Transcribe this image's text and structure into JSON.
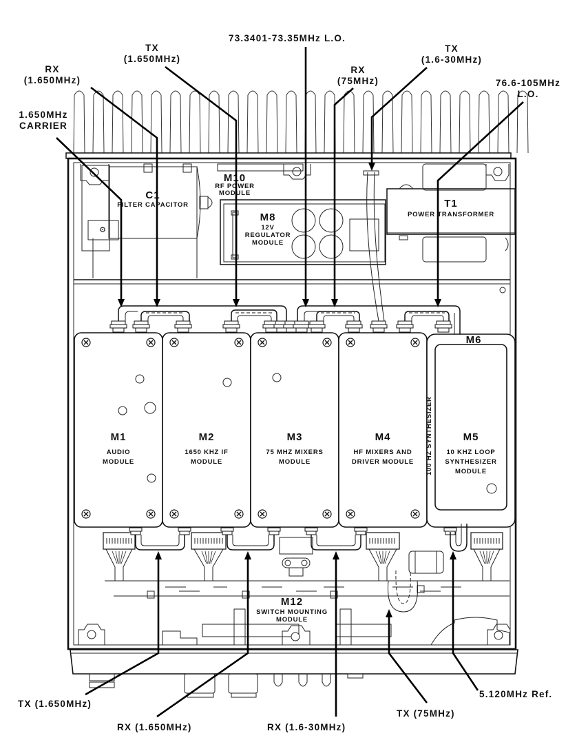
{
  "diagram": {
    "title": "Transceiver chassis top view – module and signal connection layout",
    "callouts_top": [
      {
        "id": "rx-1650",
        "lines": [
          "RX",
          "(1.650MHz)"
        ]
      },
      {
        "id": "tx-1650",
        "lines": [
          "TX",
          "(1.650MHz)"
        ]
      },
      {
        "id": "carrier-1650",
        "lines": [
          "1.650MHz",
          "CARRIER"
        ]
      },
      {
        "id": "lo-73",
        "lines": [
          "73.3401-73.35MHz L.O."
        ]
      },
      {
        "id": "rx-75",
        "lines": [
          "RX",
          "(75MHz)"
        ]
      },
      {
        "id": "tx-1630",
        "lines": [
          "TX",
          "(1.6-30MHz)"
        ]
      },
      {
        "id": "lo-76",
        "lines": [
          "76.6-105MHz",
          "L.O."
        ]
      }
    ],
    "callouts_bottom": [
      {
        "id": "tx-1650-bottom",
        "text": "TX (1.650MHz)"
      },
      {
        "id": "rx-1650-bottom",
        "text": "RX (1.650MHz)"
      },
      {
        "id": "rx-1630-bottom",
        "text": "RX (1.6-30MHz)"
      },
      {
        "id": "tx-75-bottom",
        "text": "TX (75MHz)"
      },
      {
        "id": "ref-5120-bottom",
        "text": "5.120MHz Ref."
      }
    ],
    "components": {
      "c1": {
        "designator": "C1",
        "name": "FILTER CAPACITOR"
      },
      "m10": {
        "designator": "M10",
        "name_lines": [
          "RF POWER",
          "MODULE"
        ]
      },
      "m8": {
        "designator": "M8",
        "name_lines": [
          "12V",
          "REGULATOR",
          "MODULE"
        ]
      },
      "t1": {
        "designator": "T1",
        "name": "POWER TRANSFORMER"
      },
      "m6": {
        "designator": "M6",
        "name": "100 HZ SYNTHESIZER"
      },
      "m12": {
        "designator": "M12",
        "name_lines": [
          "SWITCH MOUNTING",
          "MODULE"
        ]
      }
    },
    "modules": [
      {
        "designator": "M1",
        "name_lines": [
          "AUDIO",
          "MODULE"
        ]
      },
      {
        "designator": "M2",
        "name_lines": [
          "1650 KHZ IF",
          "MODULE"
        ]
      },
      {
        "designator": "M3",
        "name_lines": [
          "75 MHZ MIXERS",
          "MODULE"
        ]
      },
      {
        "designator": "M4",
        "name_lines": [
          "HF MIXERS AND",
          "DRIVER MODULE"
        ]
      },
      {
        "designator": "M5",
        "name_lines": [
          "10 KHZ LOOP",
          "SYNTHESIZER",
          "MODULE"
        ]
      }
    ]
  }
}
